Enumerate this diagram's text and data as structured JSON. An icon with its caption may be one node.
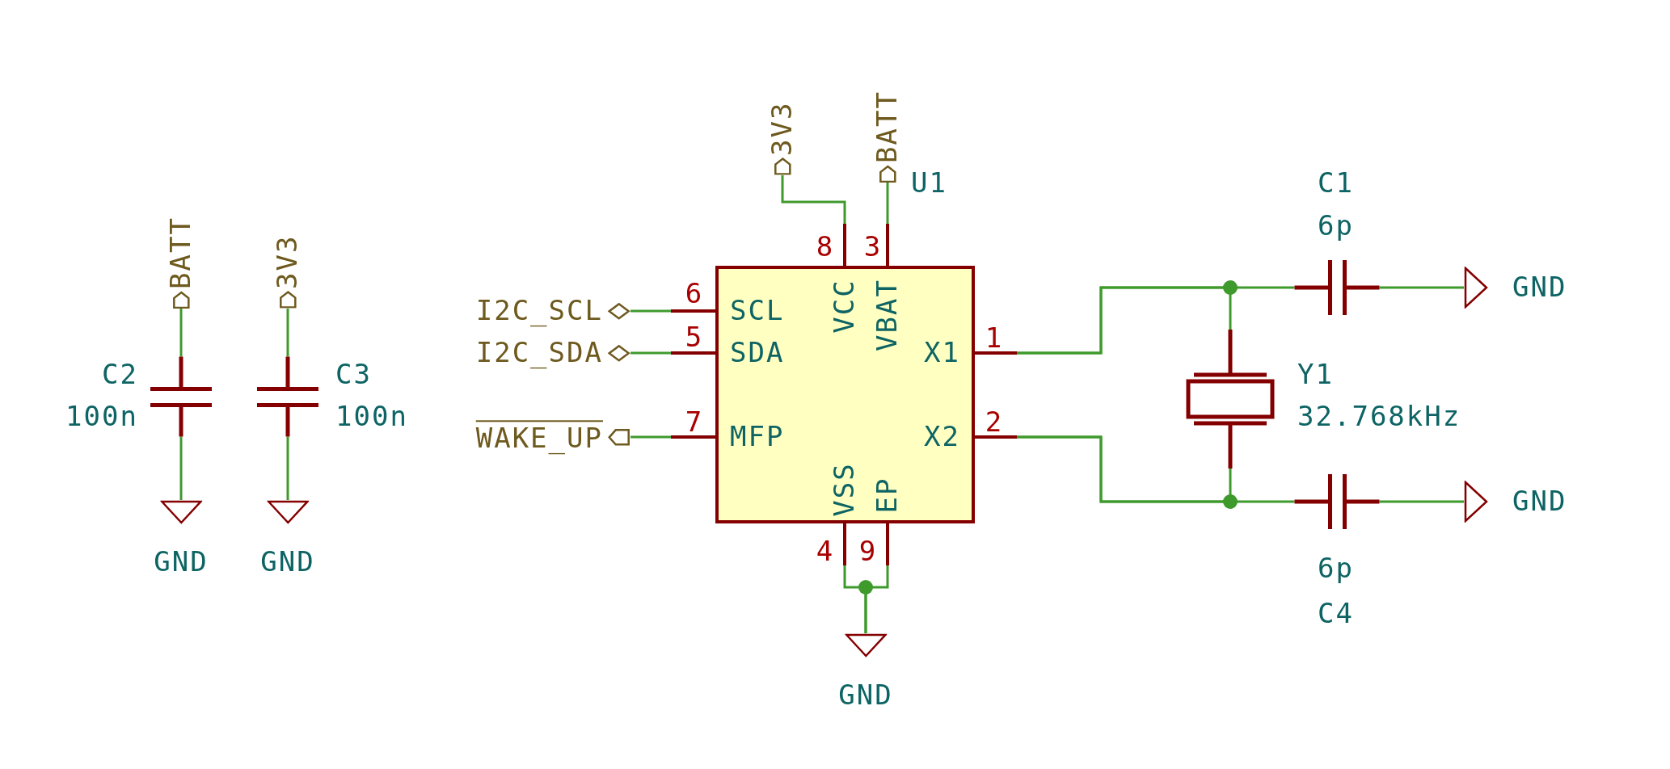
{
  "diagram": {
    "nodes": [
      {
        "text": [
          "BATT"
        ]
      },
      {
        "text": [
          "3V3"
        ]
      },
      {
        "text": [
          "3V3"
        ]
      },
      {
        "text": [
          "BATT"
        ]
      },
      {
        "text": [
          "SCL",
          "SDA",
          "MFP",
          "VCC",
          "VBAT",
          "X1",
          "X2",
          "VSS",
          "EP"
        ]
      },
      {
        "text": [],
        "shape": "capacitor",
        "beside": [
          "C1",
          "6p"
        ]
      },
      {
        "text": [
          "GND"
        ]
      },
      {
        "text": [
          "I2C_SCL"
        ]
      },
      {
        "text": [
          "I2C_SDA"
        ]
      },
      {
        "text": [],
        "shape": "crystal",
        "beside": [
          "Y1",
          "32.768kHz"
        ]
      },
      {
        "text": [],
        "shape": "capacitor",
        "beside": [
          "C2",
          "100n"
        ]
      },
      {
        "text": [],
        "shape": "capacitor",
        "beside": [
          "C3",
          "100n"
        ]
      },
      {
        "text": [
          "WAKE_UP"
        ]
      },
      {
        "text": [],
        "shape": "capacitor",
        "beside": [
          "6p",
          "C4"
        ]
      },
      {
        "text": [
          "GND"
        ]
      },
      {
        "text": [
          "GND"
        ]
      },
      {
        "text": [
          "GND"
        ]
      },
      {
        "text": [
          "GND"
        ]
      }
    ],
    "edges": [
      {
        "from": 0,
        "to": 10,
        "arrow": "none"
      },
      {
        "from": 1,
        "to": 11,
        "arrow": "none"
      },
      {
        "from": 2,
        "to": 4,
        "arrow": "none"
      },
      {
        "from": 3,
        "to": 4,
        "arrow": "none"
      },
      {
        "from": 4,
        "to": 5,
        "arrow": "none"
      },
      {
        "from": 4,
        "to": 9,
        "arrow": "none"
      },
      {
        "from": 5,
        "to": 6,
        "arrow": "none"
      },
      {
        "from": 7,
        "to": 4,
        "arrow": "none"
      },
      {
        "from": 8,
        "to": 4,
        "arrow": "none"
      },
      {
        "from": 12,
        "to": 4,
        "arrow": "none"
      },
      {
        "from": 4,
        "to": 13,
        "arrow": "none"
      },
      {
        "from": 4,
        "to": 9,
        "arrow": "none"
      },
      {
        "from": 13,
        "to": 14,
        "arrow": "none"
      },
      {
        "from": 10,
        "to": 15,
        "arrow": "none"
      },
      {
        "from": 11,
        "to": 16,
        "arrow": "none"
      },
      {
        "from": 4,
        "to": 17,
        "arrow": "none"
      },
      {
        "from": 4,
        "to": 17,
        "arrow": "none"
      }
    ],
    "labels": [
      "U1",
      "8",
      "3",
      "6",
      "5",
      "1",
      "7",
      "2",
      "4",
      "9"
    ]
  }
}
